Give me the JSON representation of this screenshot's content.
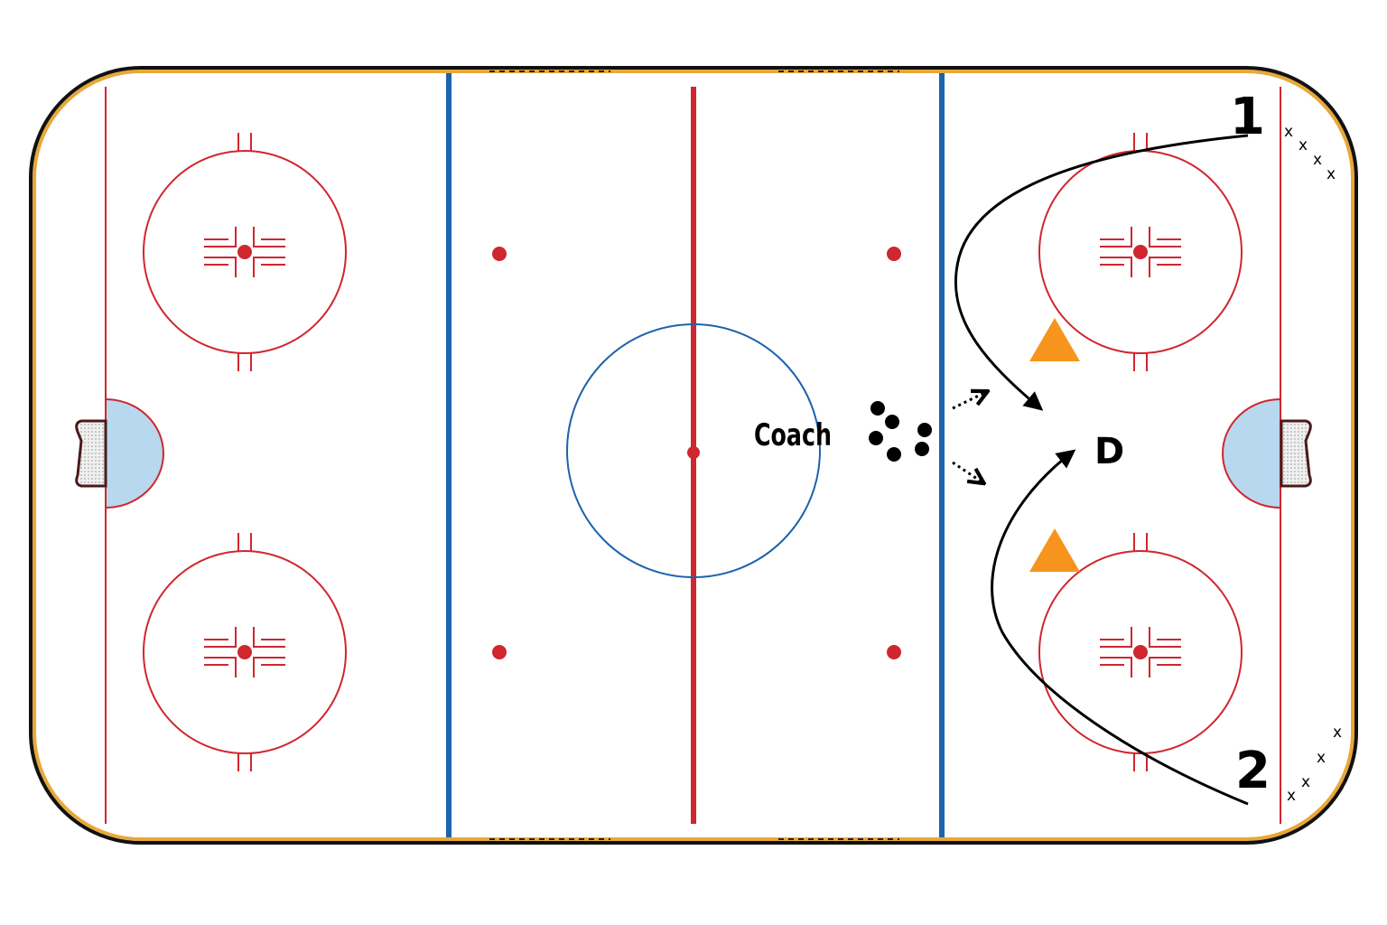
{
  "diagram": {
    "labels": {
      "coach": "Coach",
      "player_1": "1",
      "player_2": "2",
      "defender": "D"
    },
    "line_x_marks": [
      "x",
      "x",
      "x",
      "x"
    ],
    "line_x_marks_bottom": [
      "x",
      "x",
      "x",
      "x"
    ],
    "puck_count": 6,
    "cone_count": 2,
    "colors": {
      "boards": "#111111",
      "kickplate": "#e8a838",
      "red_line": "#d0262e",
      "blue_line": "#1c63ad",
      "center_circle": "#1c63ad",
      "crease_fill": "#b8d8ef",
      "cone": "#f7941d",
      "puck": "#000000"
    }
  }
}
